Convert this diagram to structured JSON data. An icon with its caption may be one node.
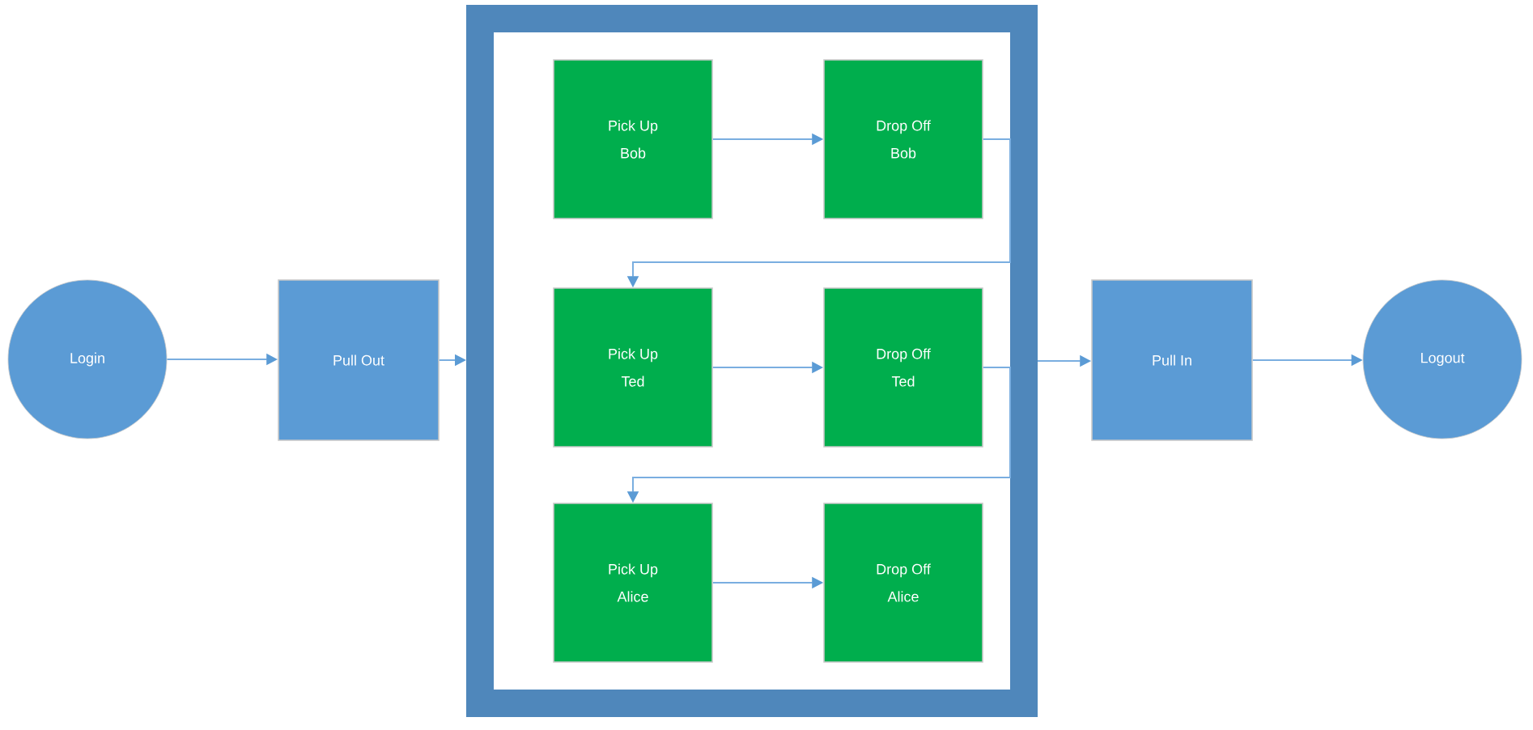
{
  "diagram": {
    "nodes": [
      {
        "text": [
          "Login"
        ]
      },
      {
        "text": [
          "Pull Out"
        ]
      },
      {
        "text": [],
        "shape": "box"
      },
      {
        "text": [
          "Pick Up",
          "Bob"
        ],
        "in": 2
      },
      {
        "text": [
          "Drop Off",
          "Bob"
        ],
        "in": 2
      },
      {
        "text": [
          "Pick Up",
          "Ted"
        ],
        "in": 2
      },
      {
        "text": [
          "Drop Off",
          "Ted"
        ],
        "in": 2
      },
      {
        "text": [
          "Pick Up",
          "Alice"
        ],
        "in": 2
      },
      {
        "text": [
          "Drop Off",
          "Alice"
        ],
        "in": 2
      },
      {
        "text": [
          "Pull In"
        ]
      },
      {
        "text": [
          "Logout"
        ]
      }
    ],
    "edges": [
      {
        "from": 0,
        "to": 1,
        "arrow": "to"
      },
      {
        "from": 1,
        "to": 2,
        "arrow": "to"
      },
      {
        "from": 3,
        "to": 4,
        "arrow": "to"
      },
      {
        "from": 4,
        "to": 5,
        "arrow": "to"
      },
      {
        "from": 5,
        "to": 6,
        "arrow": "to"
      },
      {
        "from": 6,
        "to": 7,
        "arrow": "to"
      },
      {
        "from": 7,
        "to": 8,
        "arrow": "to"
      },
      {
        "from": 2,
        "to": 9,
        "arrow": "to"
      },
      {
        "from": 9,
        "to": 10,
        "arrow": "to"
      }
    ]
  }
}
